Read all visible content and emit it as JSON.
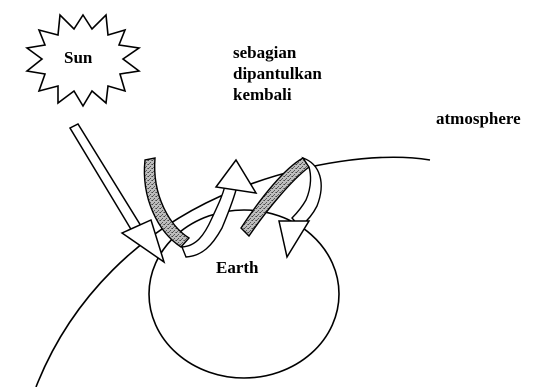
{
  "labels": {
    "sun": "Sun",
    "reflected_line1": "sebagian",
    "reflected_line2": "dipantulkan",
    "reflected_line3": "kembali",
    "atmosphere": "atmosphere",
    "earth": "Earth"
  },
  "icons": {
    "sun": "sun-icon",
    "earth": "earth-icon",
    "incoming_arrow": "arrow-down-right-icon",
    "reflected_arrow": "curved-arrow-icon",
    "reemitted_arrow": "curved-arrow-icon"
  },
  "colors": {
    "stroke": "#000000",
    "background": "#ffffff",
    "arrow_shade": "#8a8a8a"
  }
}
